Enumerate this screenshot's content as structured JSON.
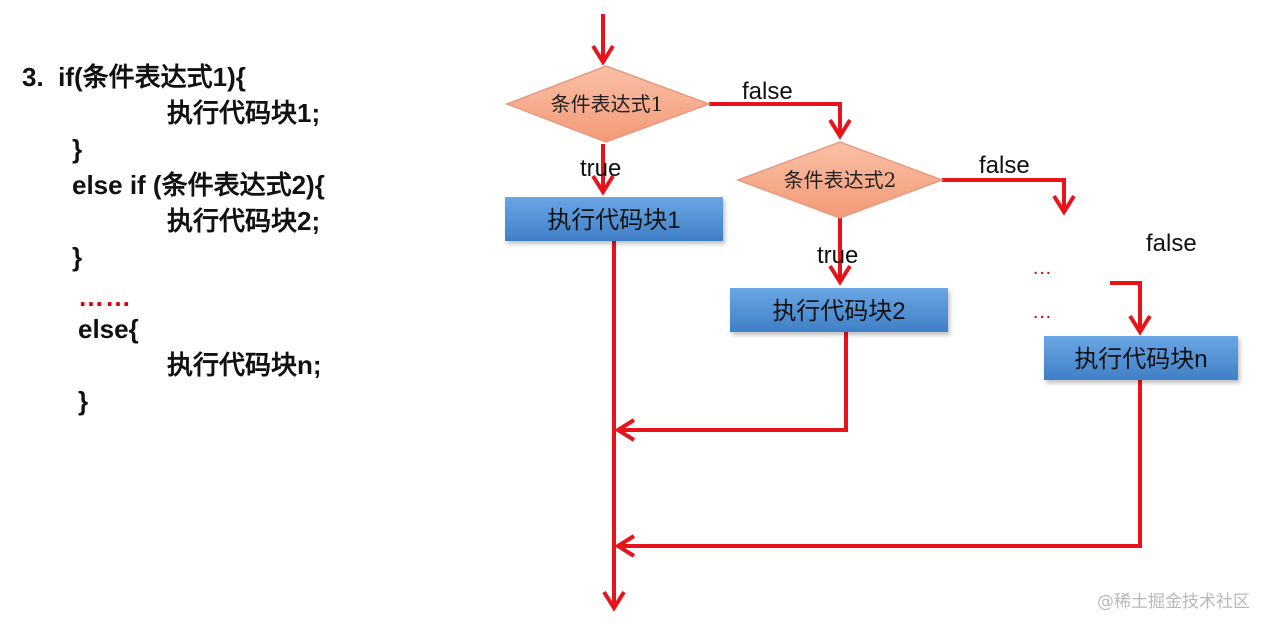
{
  "code": {
    "line1": "3.  if(条件表达式1){",
    "line2": "执行代码块1;",
    "line3": "}",
    "line4": "else if (条件表达式2){",
    "line5": "执行代码块2;",
    "line6": "}",
    "line7": "……",
    "line8": "else{",
    "line9": "执行代码块n;",
    "line10": "}"
  },
  "flowchart": {
    "condition1": "条件表达式1",
    "condition2": "条件表达式2",
    "block1": "执行代码块1",
    "block2": "执行代码块2",
    "blockn": "执行代码块n",
    "true1": "true",
    "true2": "true",
    "false1": "false",
    "false2": "false",
    "false3": "false",
    "ellipsis1": "…",
    "ellipsis2": "…"
  },
  "watermark": "@稀土掘金技术社区",
  "colors": {
    "arrow": "#e8141b",
    "diamond_fill": "#f6a98a",
    "block_fill": "#4f8fd4",
    "dots": "#e00000"
  }
}
